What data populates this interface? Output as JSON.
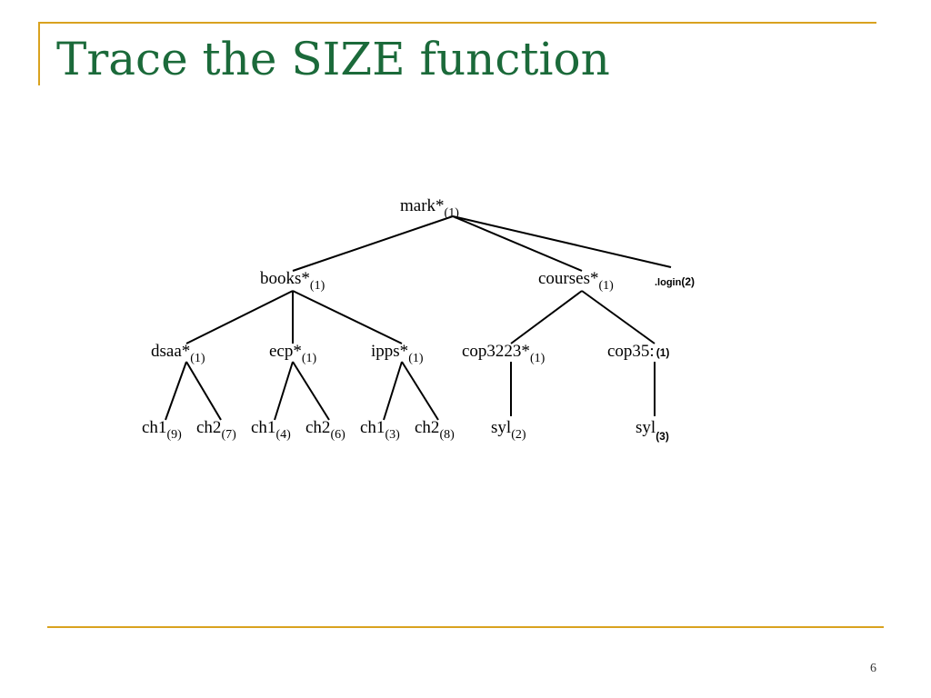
{
  "slide": {
    "title": "Trace the SIZE function",
    "page_number": "6"
  },
  "tree": {
    "nodes": {
      "mark": {
        "name": "mark*",
        "count": "(1)"
      },
      "books": {
        "name": "books*",
        "count": "(1)"
      },
      "courses": {
        "name": "courses*",
        "count": "(1)"
      },
      "login": {
        "name": ".login",
        "count": "(2)"
      },
      "dsaa": {
        "name": "dsaa*",
        "count": "(1)"
      },
      "ecp": {
        "name": "ecp*",
        "count": "(1)"
      },
      "ipps": {
        "name": "ipps*",
        "count": "(1)"
      },
      "cop3223": {
        "name": "cop3223*",
        "count": "(1)"
      },
      "cop3530": {
        "name": "cop35:",
        "count": "(1)"
      },
      "dsaa_ch1": {
        "name": "ch1",
        "count": "(9)"
      },
      "dsaa_ch2": {
        "name": "ch2",
        "count": "(7)"
      },
      "ecp_ch1": {
        "name": "ch1",
        "count": "(4)"
      },
      "ecp_ch2": {
        "name": "ch2",
        "count": "(6)"
      },
      "ipps_ch1": {
        "name": "ch1",
        "count": "(3)"
      },
      "ipps_ch2": {
        "name": "ch2",
        "count": "(8)"
      },
      "cop3223_syl": {
        "name": "syl",
        "count": "(2)"
      },
      "cop3530_syl": {
        "name": "syl",
        "count": "(3)"
      }
    }
  }
}
